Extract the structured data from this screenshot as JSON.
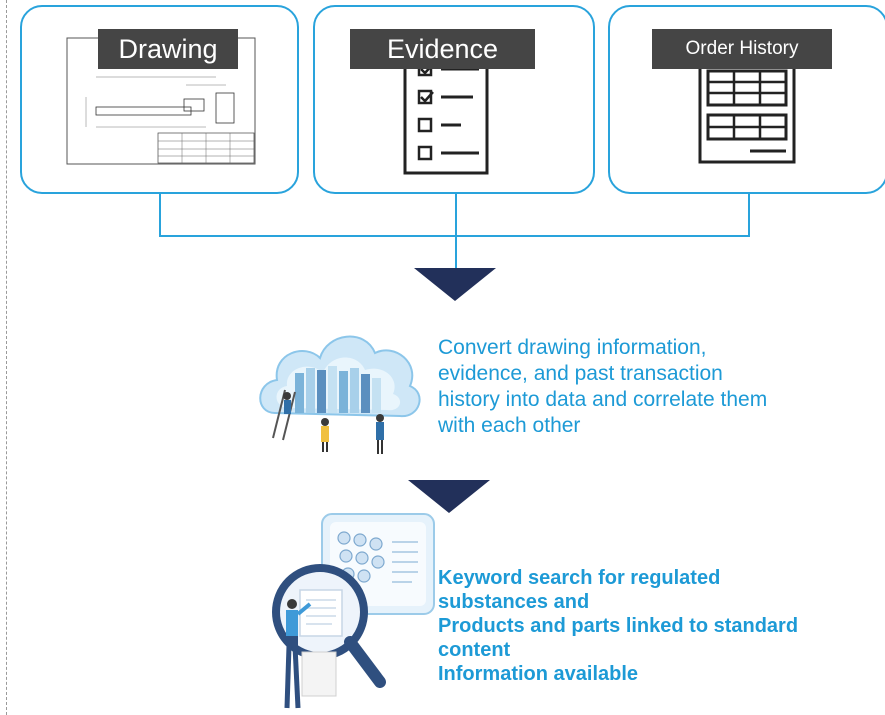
{
  "cards": [
    {
      "label": "Drawing",
      "icon": "technical-drawing-icon"
    },
    {
      "label": "Evidence",
      "icon": "checklist-icon"
    },
    {
      "label": "Order History",
      "icon": "table-document-icon"
    }
  ],
  "step_1": {
    "illustration": "cloud-database-icon",
    "lines": [
      "Convert drawing information,",
      "evidence, and past transaction",
      "history into data and correlate them",
      "with each other"
    ]
  },
  "step_2": {
    "illustration": "magnifier-search-icon",
    "lines": [
      "Keyword search for regulated",
      "substances and",
      "Products and parts linked to standard",
      "content",
      "Information available"
    ]
  },
  "colors": {
    "accent": "#29a3dc",
    "text_accent": "#1d9ad6",
    "arrow": "#22305a",
    "label_bg": "#454545"
  }
}
